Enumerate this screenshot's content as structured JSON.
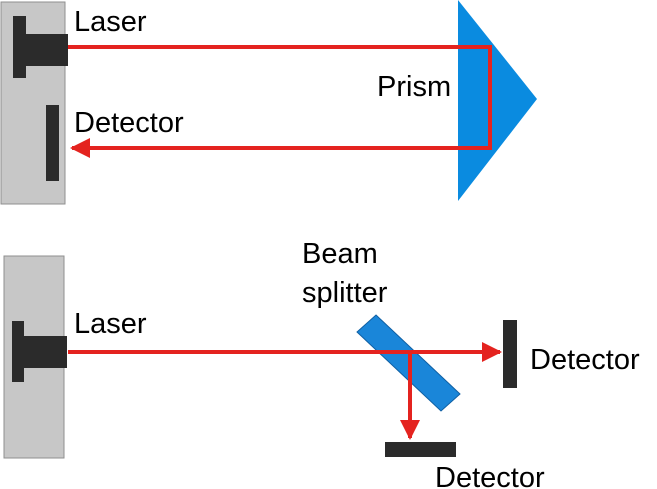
{
  "top_setup": {
    "laser_label": "Laser",
    "detector_label": "Detector",
    "prism_label": "Prism"
  },
  "bottom_setup": {
    "laser_label": "Laser",
    "beam_splitter_label_line1": "Beam",
    "beam_splitter_label_line2": "splitter",
    "detector_right_label": "Detector",
    "detector_bottom_label": "Detector"
  },
  "colors": {
    "beam": "#e4231f",
    "prism": "#0a8be0",
    "beam_splitter": "#1a86d9",
    "housing": "#c7c7c7",
    "component": "#2b2b2b"
  }
}
